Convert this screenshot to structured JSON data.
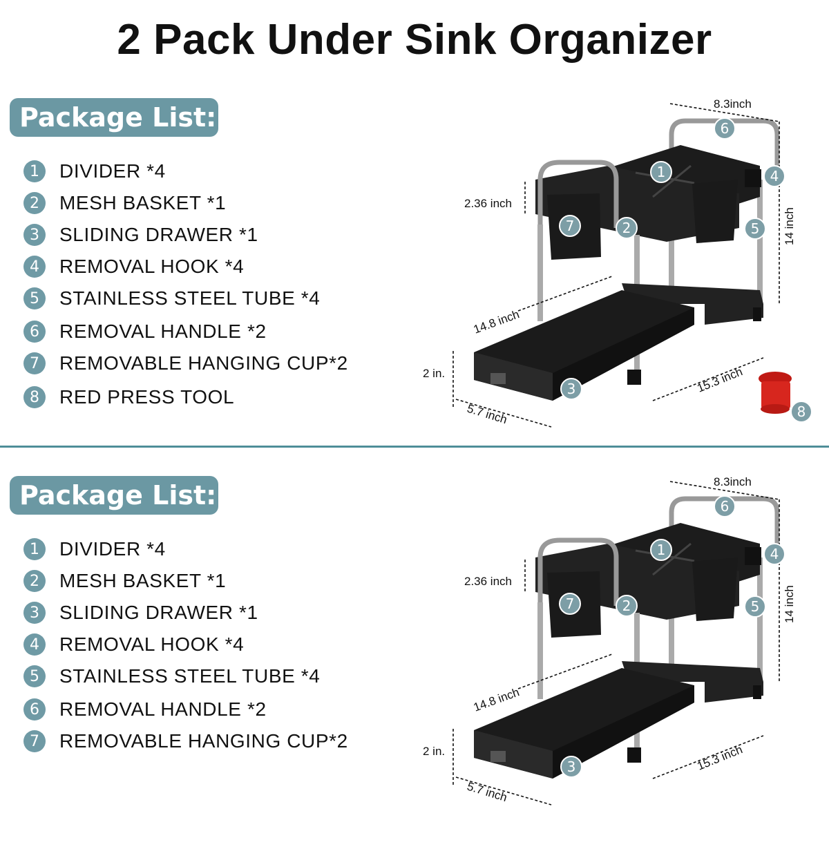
{
  "title": "2 Pack Under Sink Organizer",
  "package_label": "Package List:",
  "top_items": [
    {
      "num": "1",
      "text": "DIVIDER *4"
    },
    {
      "num": "2",
      "text": "MESH BASKET *1"
    },
    {
      "num": "3",
      "text": "SLIDING DRAWER *1"
    },
    {
      "num": "4",
      "text": "REMOVAL HOOK *4"
    },
    {
      "num": "5",
      "text": "STAINLESS STEEL TUBE *4"
    },
    {
      "num": "6",
      "text": "REMOVAL HANDLE *2"
    },
    {
      "num": "7",
      "text": "REMOVABLE HANGING CUP*2"
    },
    {
      "num": "8",
      "text": "RED PRESS TOOL"
    }
  ],
  "bottom_items": [
    {
      "num": "1",
      "text": "DIVIDER *4"
    },
    {
      "num": "2",
      "text": "MESH BASKET *1"
    },
    {
      "num": "3",
      "text": "SLIDING DRAWER *1"
    },
    {
      "num": "4",
      "text": "REMOVAL HOOK *4"
    },
    {
      "num": "5",
      "text": "STAINLESS STEEL TUBE *4"
    },
    {
      "num": "6",
      "text": "REMOVAL HANDLE *2"
    },
    {
      "num": "7",
      "text": "REMOVABLE HANGING CUP*2"
    }
  ],
  "dimensions": {
    "width_top": "8.3inch",
    "basket_height": "2.36 inch",
    "height": "14 inch",
    "depth_top": "14.8 inch",
    "drawer_height": "2 in.",
    "depth_bottom": "15.3 inch",
    "drawer_width": "5.7 inch"
  },
  "badges": {
    "b1": "1",
    "b2": "2",
    "b3": "3",
    "b4": "4",
    "b5": "5",
    "b6": "6",
    "b7": "7",
    "b8": "8"
  },
  "colors": {
    "accent": "#6b98a3",
    "divider": "#4e8e98",
    "press_tool": "#d7261e",
    "organizer": "#1a1a1a"
  }
}
